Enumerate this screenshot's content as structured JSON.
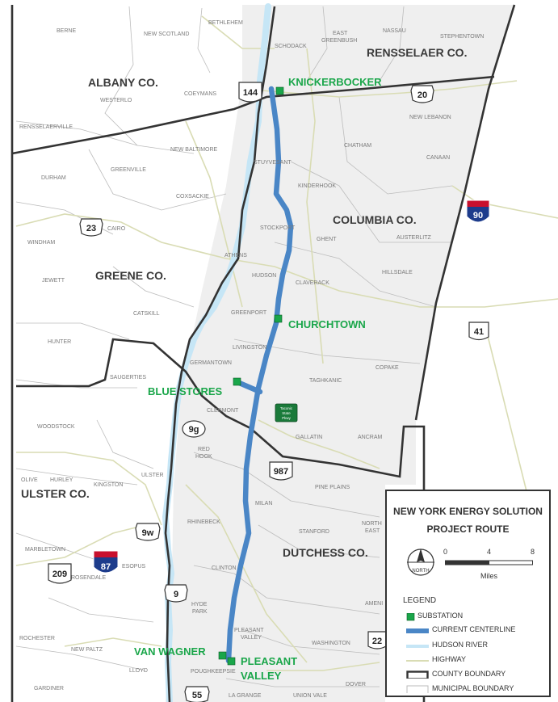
{
  "legend": {
    "title_line1": "NEW YORK ENERGY SOLUTION",
    "title_line2": "PROJECT ROUTE",
    "north": "NORTH",
    "scale_ticks": [
      "0",
      "4",
      "8"
    ],
    "scale_unit": "Miles",
    "heading": "LEGEND",
    "items": [
      {
        "label": "SUBSTATION",
        "symbol": "square",
        "color": "#1aa64a"
      },
      {
        "label": "CURRENT CENTERLINE",
        "symbol": "thick-line",
        "color": "#4a86c6"
      },
      {
        "label": "HUDSON RIVER",
        "symbol": "line",
        "color": "#c6e6f6"
      },
      {
        "label": "HIGHWAY",
        "symbol": "line",
        "color": "#d9dcb4"
      },
      {
        "label": "COUNTY BOUNDARY",
        "symbol": "box-thick",
        "color": "#333333"
      },
      {
        "label": "MUNICIPAL BOUNDARY",
        "symbol": "box-thin",
        "color": "#bbbbbb"
      }
    ]
  },
  "counties": {
    "albany": "ALBANY CO.",
    "rensselaer": "RENSSELAER CO.",
    "columbia": "COLUMBIA CO.",
    "greene": "GREENE CO.",
    "ulster": "ULSTER CO.",
    "dutchess": "DUTCHESS CO."
  },
  "substations": {
    "knickerbocker": "KNICKERBOCKER",
    "churchtown": "CHURCHTOWN",
    "blue_stores": "BLUE STORES",
    "van_wagner": "VAN WAGNER",
    "pleasant_valley_1": "PLEASANT",
    "pleasant_valley_2": "VALLEY"
  },
  "municipalities": {
    "berne": "BERNE",
    "new_scotland": "NEW SCOTLAND",
    "bethlehem": "BETHLEHEM",
    "schodack": "SCHODACK",
    "east_greenbush_1": "EAST",
    "east_greenbush_2": "GREENBUSH",
    "nassau": "NASSAU",
    "stephentown": "STEPHENTOWN",
    "westerlo": "WESTERLO",
    "coeymans": "COEYMANS",
    "rensselaerville": "RENSSELAERVILLE",
    "new_baltimore": "NEW BALTIMORE",
    "new_lebanon": "NEW LEBANON",
    "chatham": "CHATHAM",
    "canaan": "CANAAN",
    "stuyvesant": "STUYVESANT",
    "greenville": "GREENVILLE",
    "durham": "DURHAM",
    "kinderhook": "KINDERHOOK",
    "coxsackie": "COXSACKIE",
    "windham": "WINDHAM",
    "cairo": "CAIRO",
    "stockport": "STOCKPORT",
    "ghent": "GHENT",
    "austerlitz": "AUSTERLITZ",
    "athens": "ATHENS",
    "hudson": "HUDSON",
    "jewett": "JEWETT",
    "claverack": "CLAVERACK",
    "hillsdale": "HILLSDALE",
    "catskill": "CATSKILL",
    "greenport": "GREENPORT",
    "hunter": "HUNTER",
    "livingston": "LIVINGSTON",
    "germantown": "GERMANTOWN",
    "copake": "COPAKE",
    "saugerties": "SAUGERTIES",
    "taghkanic": "TAGHKANIC",
    "clermont": "CLERMONT",
    "woodstock": "WOODSTOCK",
    "gallatin": "GALLATIN",
    "ancram": "ANCRAM",
    "red_hook_1": "RED",
    "red_hook_2": "HOOK",
    "olive": "OLIVE",
    "hurley": "HURLEY",
    "kingston": "KINGSTON",
    "ulster": "ULSTER",
    "pine_plains": "PINE PLAINS",
    "milan": "MILAN",
    "rhinebeck": "RHINEBECK",
    "stanford": "STANFORD",
    "north_east_1": "NORTH",
    "north_east_2": "EAST",
    "marbletown": "MARBLETOWN",
    "clinton": "CLINTON",
    "rosendale": "ROSENDALE",
    "esopus": "ESOPUS",
    "hyde_park_1": "HYDE",
    "hyde_park_2": "PARK",
    "pleasant_valley_muni_1": "PLEASANT",
    "pleasant_valley_muni_2": "VALLEY",
    "amenia": "AMENI",
    "rochester": "ROCHESTER",
    "washington": "WASHINGTON",
    "new_paltz": "NEW PALTZ",
    "lloyd": "LLOYD",
    "poughkeepsie": "POUGHKEEPSIE",
    "dover": "DOVER",
    "gardiner": "GARDINER",
    "la_grange": "LA GRANGE",
    "union_vale": "UNION VALE"
  },
  "routes": {
    "r144": "144",
    "r20": "20",
    "i90": "90",
    "r23": "23",
    "r41": "41",
    "r9g": "9g",
    "r987": "987",
    "r9w": "9w",
    "i87": "87",
    "r209": "209",
    "r9": "9",
    "r22": "22",
    "r55": "55"
  },
  "park_sign": [
    "Taconic",
    "State",
    "Pkwy"
  ],
  "colors": {
    "centerline": "#4a86c6",
    "river": "#c6e6f6",
    "highway": "#d9dcb4",
    "substation": "#1aa64a",
    "county_boundary": "#333333",
    "study_area": "#f0f0f0",
    "interstate_red": "#c8102e",
    "interstate_blue": "#1d3c8c"
  }
}
